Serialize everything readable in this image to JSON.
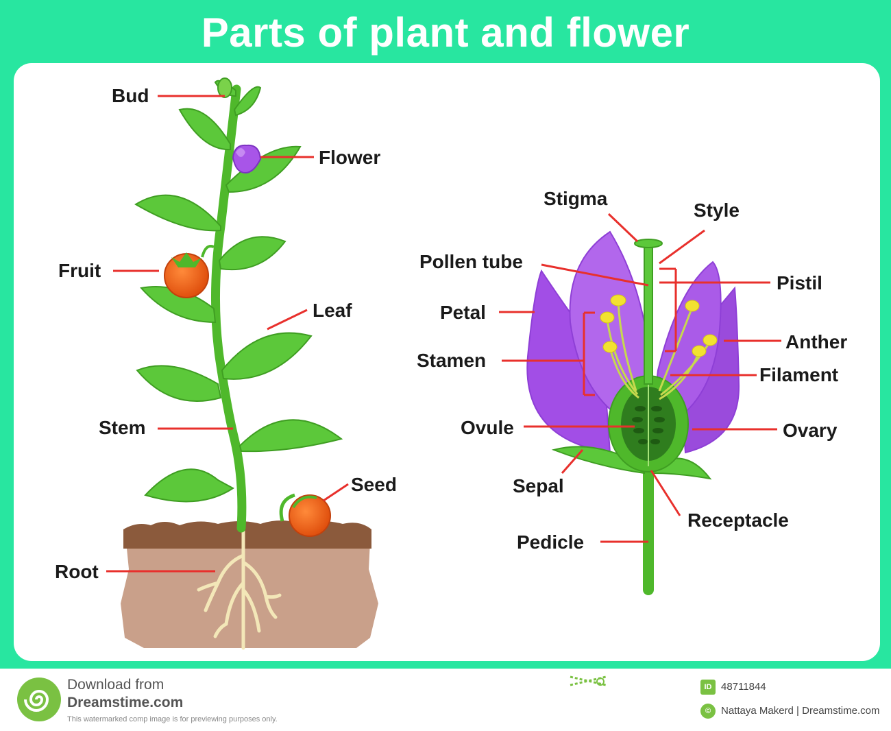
{
  "title": "Parts of plant and flower",
  "plant_labels": {
    "bud": "Bud",
    "flower": "Flower",
    "fruit": "Fruit",
    "leaf": "Leaf",
    "stem": "Stem",
    "seed": "Seed",
    "root": "Root"
  },
  "flower_labels": {
    "stigma": "Stigma",
    "style": "Style",
    "pollen_tube": "Pollen tube",
    "pistil": "Pistil",
    "petal": "Petal",
    "anther": "Anther",
    "stamen": "Stamen",
    "filament": "Filament",
    "ovule": "Ovule",
    "ovary": "Ovary",
    "sepal": "Sepal",
    "receptacle": "Receptacle",
    "pedicle": "Pedicle"
  },
  "footer": {
    "download_from": "Download from",
    "site": "Dreamstime.com",
    "notice": "This watermarked comp image is for previewing purposes only.",
    "id_badge": "ID",
    "image_id": "48711844",
    "copyright_badge": "©",
    "credit": "Nattaya Makerd | Dreamstime.com"
  },
  "colors": {
    "frame": "#28e6a0",
    "leader_line": "#e8302c",
    "leaf": "#5cc83a",
    "petal": "#a855e8",
    "fruit": "#f26a1b",
    "soil": "#c9a08a"
  }
}
